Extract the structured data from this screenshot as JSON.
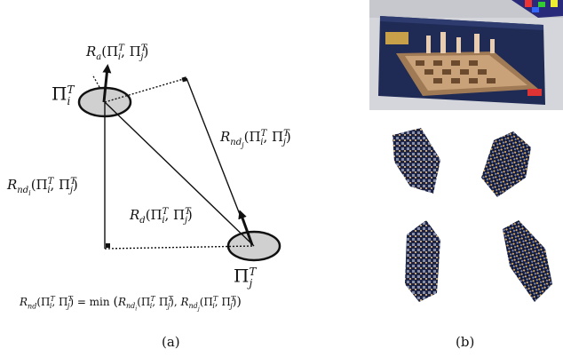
{
  "panel_a": {
    "caption": "(a)",
    "label_Ra": "R",
    "label_Ra_sub": "a",
    "label_args": "(Π",
    "label_args_sup1": "T",
    "label_args_sub1": "i",
    "label_args_mid": ", Π",
    "label_args_sup2": "T",
    "label_args_sub2": "j",
    "label_args_end": ")",
    "pi_i_letter": "Π",
    "pi_i_sup": "T",
    "pi_i_sub": "i",
    "pi_j_letter": "Π",
    "pi_j_sup": "T",
    "pi_j_sub": "j",
    "label_Rnd": "R",
    "label_Rnd_sub": "nd",
    "label_Rnd_i_sub": "nd",
    "label_Rnd_i_subsub": "i",
    "label_Rnd_j_sub": "nd",
    "label_Rnd_j_subsub": "j",
    "label_Rd_sub": "d",
    "formula_min": "= min",
    "formula_open": "(",
    "formula_close": ")",
    "formula_comma": ", "
  },
  "panel_b": {
    "caption": "(b)"
  },
  "colors": {
    "ellipse_fill": "#d0d0d0",
    "stroke": "#111111",
    "photo_bg": "#d6d8dc",
    "box_blue": "#1f2a55"
  }
}
